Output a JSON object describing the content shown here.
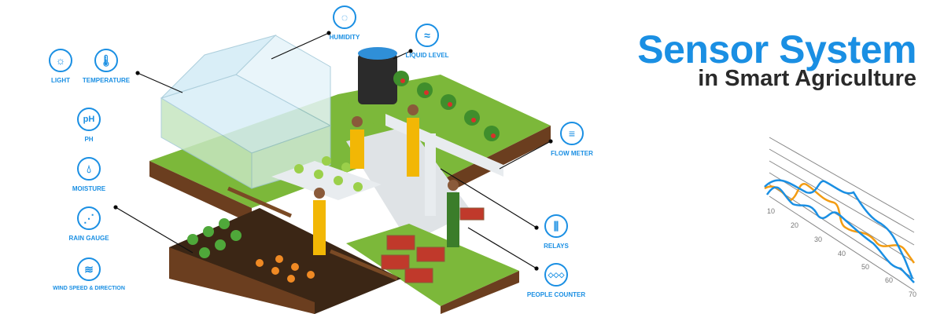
{
  "title": {
    "line1": "Sensor System",
    "line2": "in Smart Agriculture"
  },
  "sensors": [
    {
      "label": "LIGHT",
      "icon": "sun-icon"
    },
    {
      "label": "TEMPERATURE",
      "icon": "thermometer-icon"
    },
    {
      "label": "PH",
      "icon": "ph-icon",
      "glyph": "pH"
    },
    {
      "label": "MOISTURE",
      "icon": "droplet-icon"
    },
    {
      "label": "RAIN GAUGE",
      "icon": "rain-icon"
    },
    {
      "label": "WIND SPEED & DIRECTION",
      "icon": "wind-icon"
    },
    {
      "label": "HUMIDITY",
      "icon": "humidity-icon"
    },
    {
      "label": "LIQUID LEVEL",
      "icon": "waves-icon"
    },
    {
      "label": "FLOW METER",
      "icon": "flow-icon"
    },
    {
      "label": "RELAYS",
      "icon": "relay-icon"
    },
    {
      "label": "PEOPLE COUNTER",
      "icon": "people-counter-icon"
    }
  ],
  "colors": {
    "accent": "#1a8fe3",
    "orange": "#f39c12",
    "grass": "#7cb83a",
    "soil": "#6b3e1f"
  },
  "chart": {
    "ticks": [
      "10",
      "20",
      "30",
      "40",
      "50",
      "60",
      "70"
    ]
  }
}
